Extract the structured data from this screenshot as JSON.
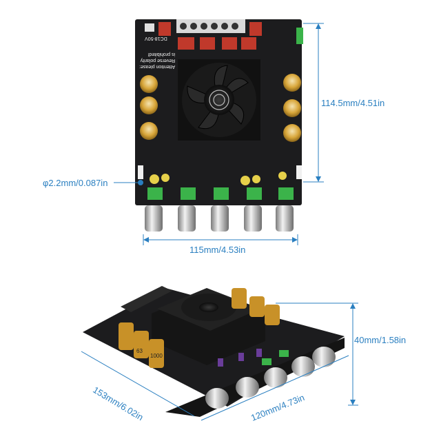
{
  "top_view": {
    "height_label": "114.5mm/4.51in",
    "width_label": "115mm/4.53in",
    "hole_label": "φ2.2mm/0.087in",
    "power_label": "DC18-50V",
    "warning_lines": [
      "Attention please:",
      "Reverse polarity",
      "is prohibited!"
    ]
  },
  "side_view": {
    "height_label": "40mm/1.58in",
    "length_label": "153mm/6.02in",
    "depth_label": "120mm/4.73in",
    "capacitor_marks": [
      "63",
      "1000"
    ]
  },
  "colors": {
    "dimension": "#2a7fc0",
    "pcb": "#1c1c1e",
    "capacitor": "#d8a63a",
    "relay": "#c0392b",
    "knob": "#c8c8c8"
  }
}
